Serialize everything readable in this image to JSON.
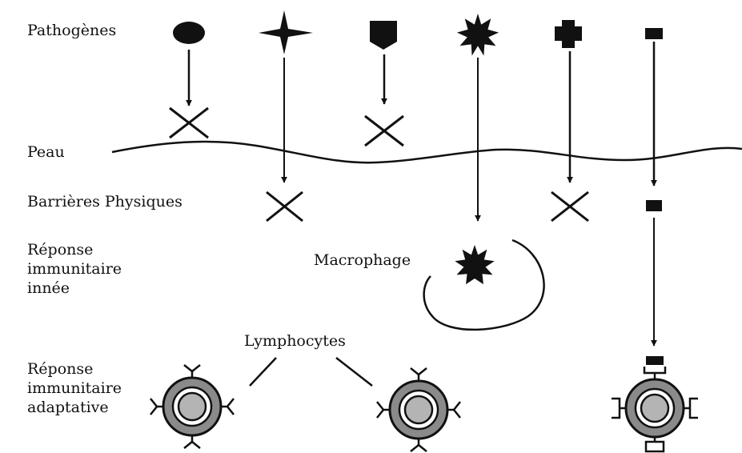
{
  "labels": {
    "pathogenes": "Pathogènes",
    "peau": "Peau",
    "barrieres": "Barrières Physiques",
    "reponse_innee": "Réponse\nimmunitaire\ninnée",
    "reponse_adaptative": "Réponse\nimmunitaire\nadaptative",
    "macrophage": "Macrophage",
    "lymphocytes": "Lymphocytes"
  },
  "colors": {
    "ink": "#111111",
    "cell_ring": "#8a8a8a",
    "cell_nucleus": "#b4b4b4"
  },
  "icons": {
    "pathogen_1": "oval-pathogen-icon",
    "pathogen_2": "four-point-star-pathogen-icon",
    "pathogen_3": "pentagon-pathogen-icon",
    "pathogen_4": "spiky-star-pathogen-icon",
    "pathogen_5": "cross-pathogen-icon",
    "pathogen_6": "square-pathogen-icon",
    "blocked": "x-mark-icon",
    "lymphocyte": "lymphocyte-cell-icon"
  }
}
